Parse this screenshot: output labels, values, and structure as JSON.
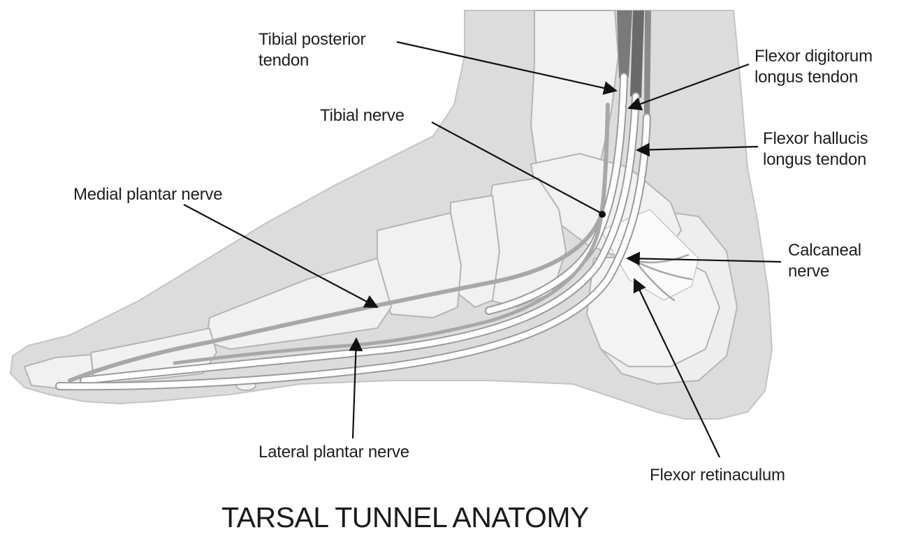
{
  "title": "TARSAL TUNNEL ANATOMY",
  "labels": {
    "tibial_posterior_tendon": [
      "Tibial posterior",
      "tendon"
    ],
    "flexor_digitorum_longus_tendon": [
      "Flexor digitorum",
      "longus tendon"
    ],
    "tibial_nerve": "Tibial nerve",
    "flexor_hallucis_longus_tendon": [
      "Flexor hallucis",
      "longus tendon"
    ],
    "medial_plantar_nerve": "Medial plantar nerve",
    "calcaneal_nerve": [
      "Calcaneal",
      "nerve"
    ],
    "lateral_plantar_nerve": "Lateral plantar nerve",
    "flexor_retinaculum": "Flexor retinaculum"
  },
  "colors": {
    "soft_tissue": "#dcdcdc",
    "bone": "#f1f1f1",
    "bone_outline": "#b4b4b4",
    "tendon": "#ffffff",
    "muscle": "#7a7a7a",
    "nerve": "#a8a8a8",
    "leader_line": "#111111"
  }
}
